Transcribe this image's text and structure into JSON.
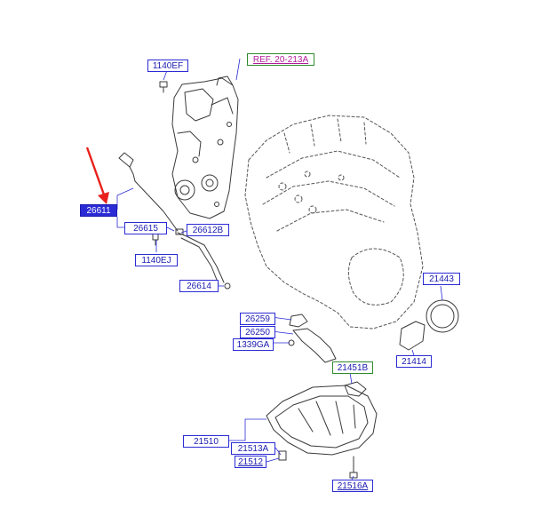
{
  "diagram": {
    "reference": "REF. 20-213A",
    "highlighted_part": "26611",
    "arrow_color": "#e8211c",
    "label_color": "#2b2bd6",
    "labels": [
      {
        "id": "1140EF",
        "text": "1140EF"
      },
      {
        "id": "26611",
        "text": "26611"
      },
      {
        "id": "26615",
        "text": "26615"
      },
      {
        "id": "26612B",
        "text": "26612B"
      },
      {
        "id": "1140EJ",
        "text": "1140EJ"
      },
      {
        "id": "26614",
        "text": "26614"
      },
      {
        "id": "26259",
        "text": "26259"
      },
      {
        "id": "26250",
        "text": "26250"
      },
      {
        "id": "1339GA",
        "text": "1339GA"
      },
      {
        "id": "21443",
        "text": "21443"
      },
      {
        "id": "21414",
        "text": "21414"
      },
      {
        "id": "21451B",
        "text": "21451B"
      },
      {
        "id": "21510",
        "text": "21510"
      },
      {
        "id": "21513A",
        "text": "21513A"
      },
      {
        "id": "21512",
        "text": "21512"
      },
      {
        "id": "21516A",
        "text": "21516A"
      }
    ]
  }
}
